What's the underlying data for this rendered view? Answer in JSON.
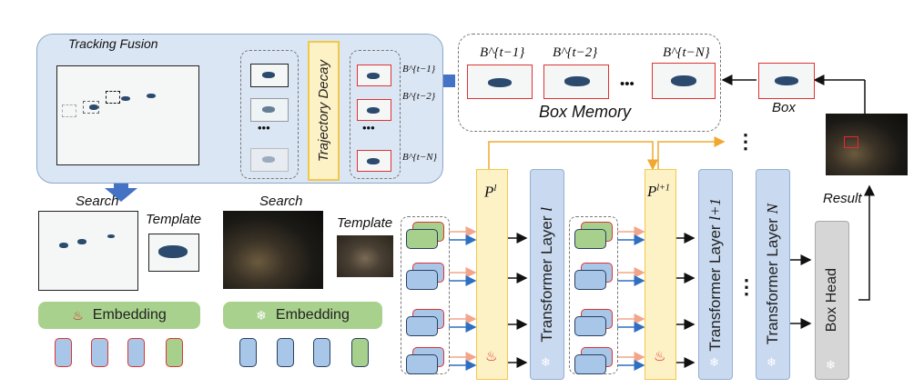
{
  "tracking_fusion": {
    "title": "Tracking Fusion",
    "decay_label": "Trajectory Decay",
    "mem_labels": [
      "B^{t−1}",
      "B^{t−2}",
      "B^{t−N}"
    ],
    "ellipsis": "•••"
  },
  "box_memory": {
    "title": "Box Memory",
    "labels": [
      "B^{t−1}",
      "B^{t−2}",
      "B^{t−N}"
    ],
    "ellipsis": "•••"
  },
  "box_label": "Box",
  "result_label": "Result",
  "left_panel": {
    "search_label": "Search",
    "template_label": "Template",
    "embedding_label": "Embedding"
  },
  "mid_panel": {
    "search_label": "Search",
    "template_label": "Template",
    "embedding_label": "Embedding"
  },
  "prompt_blocks": [
    {
      "base": "P",
      "sup": "l"
    },
    {
      "base": "P",
      "sup": "l+1"
    }
  ],
  "layers": [
    {
      "label": "Transformer Layer",
      "sup": "l"
    },
    {
      "label": "Transformer Layer",
      "sup": "l+1"
    },
    {
      "label": "Transformer Layer",
      "sup": "N"
    }
  ],
  "box_head": "Box Head",
  "vdots": "⋮",
  "colors": {
    "panel_fill": "#dbe6f4",
    "panel_border": "#8ea7c9",
    "prompt_fill": "#fdf1c6",
    "prompt_border": "#f2c84b",
    "layer_fill": "#c9d9ef",
    "layer_border": "#95afd3",
    "head_fill": "#d6d6d6",
    "embed_fill": "#a9d18e",
    "red": "#d42a2a",
    "orange_arrow": "#f0a830",
    "blue_arrow": "#2e6fc2"
  }
}
